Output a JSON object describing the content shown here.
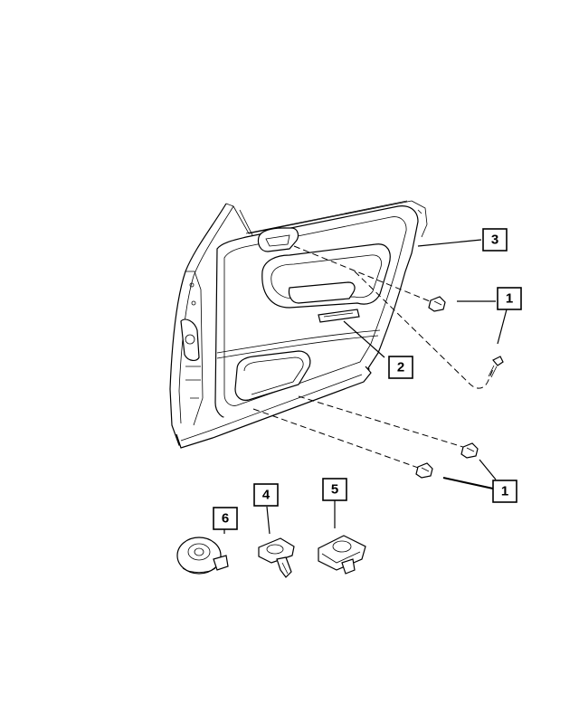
{
  "diagram": {
    "callouts": [
      {
        "id": "callout-3",
        "label": "3"
      },
      {
        "id": "callout-1-top",
        "label": "1"
      },
      {
        "id": "callout-2",
        "label": "2"
      },
      {
        "id": "callout-1-bottom",
        "label": "1"
      },
      {
        "id": "callout-6",
        "label": "6"
      },
      {
        "id": "callout-4",
        "label": "4"
      },
      {
        "id": "callout-5",
        "label": "5"
      }
    ]
  }
}
